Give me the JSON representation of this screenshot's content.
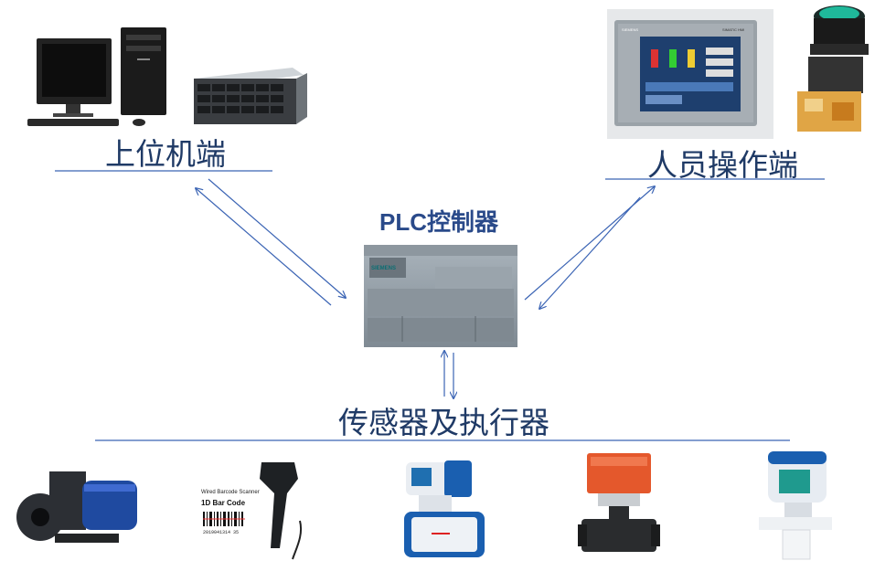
{
  "labels": {
    "host": "上位机端",
    "operator": "人员操作端",
    "plc": "PLC控制器",
    "field": "传感器及执行器"
  },
  "devices": {
    "plc_brand": "SIEMENS",
    "hmi_brand": "SIEMENS",
    "hmi_model": "SIMATIC HMI",
    "barcode_title": "Wired Barcode Scanner",
    "barcode_subtitle": "1D Bar Code",
    "barcode_number": "2019041314 35"
  },
  "colors": {
    "label_text": "#1f3a66",
    "plc_label": "#2a4a8a",
    "connector": "#3b64b4",
    "underline": "#3b64b4"
  },
  "icons": [
    "desktop-computer-icon",
    "server-rack-icon",
    "hmi-touch-panel-icon",
    "emergency-button-icon",
    "plc-icon",
    "pump-icon",
    "barcode-scanner-icon",
    "flowmeter-icon",
    "valve-actuator-icon",
    "transmitter-icon"
  ]
}
